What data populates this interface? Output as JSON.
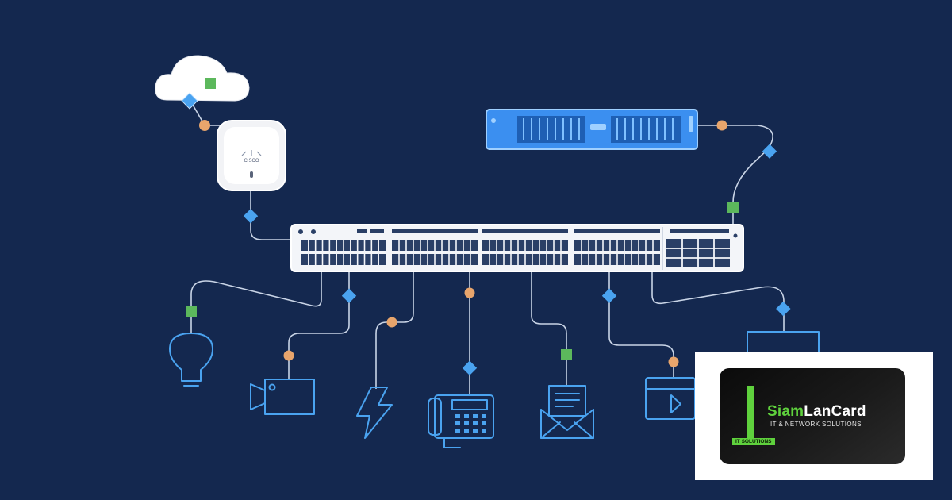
{
  "background_color": "#14284f",
  "palette": {
    "line": "#c9d4e6",
    "icon_stroke": "#4aa3f0",
    "diamond": "#4aa3f0",
    "square": "#5cb85c",
    "dot": "#e8a56c"
  },
  "devices": {
    "cloud": {
      "icon": "cloud-icon"
    },
    "access_point": {
      "icon": "wireless-access-point-icon",
      "brand": "CISCO"
    },
    "server": {
      "icon": "server-rack-icon"
    },
    "switch": {
      "icon": "network-switch-icon"
    },
    "endpoints": [
      {
        "icon": "lightbulb-icon"
      },
      {
        "icon": "video-camera-icon"
      },
      {
        "icon": "lightning-bolt-icon"
      },
      {
        "icon": "desk-phone-icon"
      },
      {
        "icon": "envelope-icon"
      },
      {
        "icon": "video-player-icon"
      },
      {
        "icon": "monitor-icon"
      }
    ]
  },
  "logo": {
    "name_part1": "Siam",
    "name_part2": "LanCard",
    "tagline": "IT & NETWORK SOLUTIONS",
    "badge": "IT SOLUTIONS",
    "accent_color": "#5fd13d"
  }
}
